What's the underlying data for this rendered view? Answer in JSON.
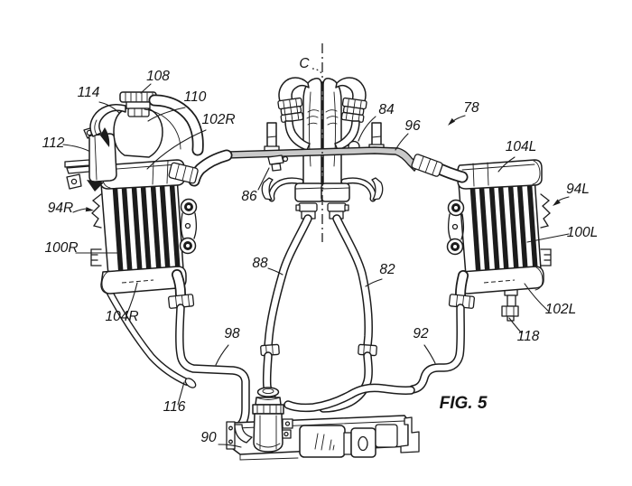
{
  "figure": {
    "caption": "FIG. 5",
    "centerline_label": "C",
    "drawing_style": "patent line drawing",
    "ink_color": "#1c1c1c",
    "paper_color": "#ffffff"
  },
  "labels": {
    "l78": "78",
    "l82": "82",
    "l84": "84",
    "l86": "86",
    "l88": "88",
    "l90": "90",
    "l92": "92",
    "l94L": "94L",
    "l94R": "94R",
    "l96": "96",
    "l98": "98",
    "l100L": "100L",
    "l100R": "100R",
    "l102L": "102L",
    "l102R": "102R",
    "l104L": "104L",
    "l104R": "104R",
    "l108": "108",
    "l110": "110",
    "l112": "112",
    "l114": "114",
    "l116": "116",
    "l118": "118"
  }
}
